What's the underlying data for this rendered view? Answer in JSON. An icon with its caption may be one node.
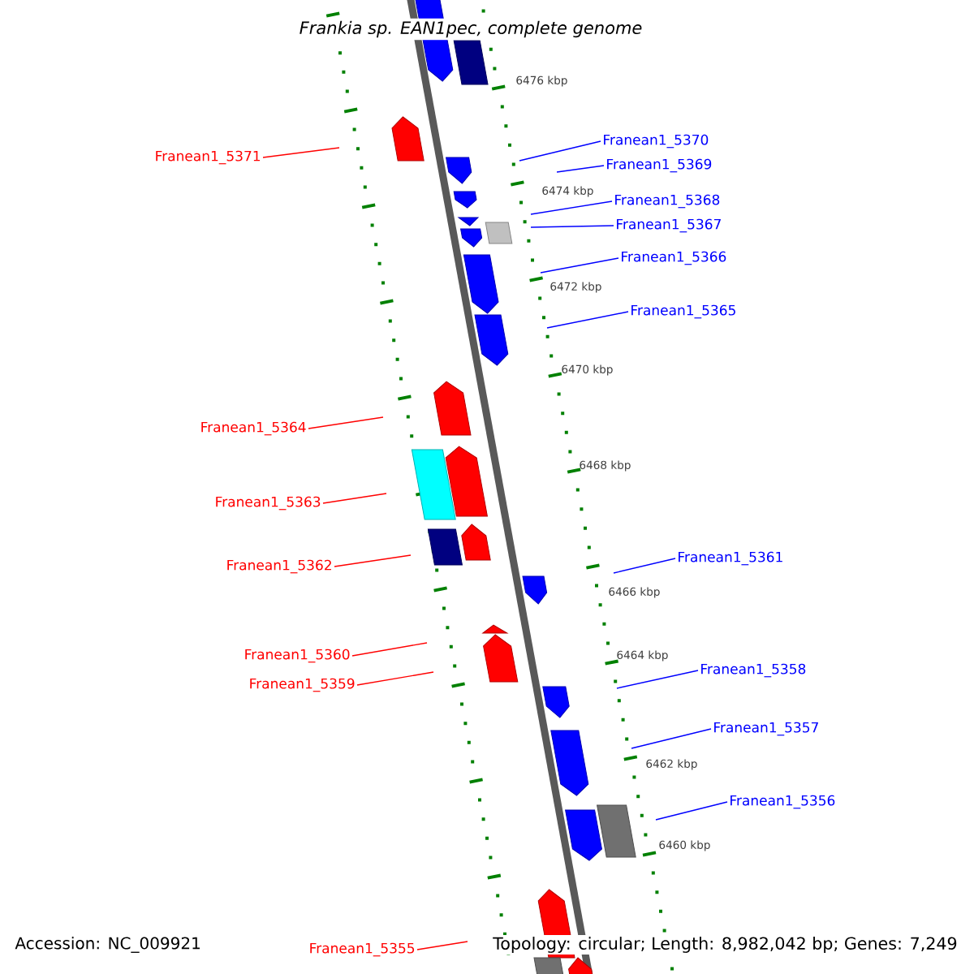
{
  "diagram": {
    "title": "Frankia sp. EAN1pec, complete genome",
    "nodes": [
      {
        "text": [
          "Franean1_5370"
        ]
      },
      {
        "text": [
          "Franean1_5371"
        ]
      },
      {
        "text": [
          "Franean1_5369"
        ]
      },
      {
        "text": [
          "Franean1_5368"
        ]
      },
      {
        "text": [
          "Franean1_5367"
        ]
      },
      {
        "text": [
          "Franean1_5366"
        ]
      },
      {
        "text": [
          "Franean1_5365"
        ]
      },
      {
        "text": [
          "Franean1_5364"
        ]
      },
      {
        "text": [
          "Franean1_5363"
        ]
      },
      {
        "text": [
          "Franean1_5361"
        ]
      },
      {
        "text": [
          "Franean1_5362"
        ]
      },
      {
        "text": [
          "Franean1_5360"
        ]
      },
      {
        "text": [
          "Franean1_5358"
        ]
      },
      {
        "text": [
          "Franean1_5359"
        ]
      },
      {
        "text": [
          "Franean1_5357"
        ]
      },
      {
        "text": [
          "Franean1_5356"
        ]
      },
      {
        "text": [
          "Franean1_5355"
        ]
      }
    ],
    "edges": [
      {
        "from": 0,
        "to": null,
        "arrow": "none",
        "color": "#0000ff"
      },
      {
        "from": 1,
        "to": null,
        "arrow": "none",
        "color": "#ff0000"
      },
      {
        "from": 2,
        "to": null,
        "arrow": "none",
        "color": "#0000ff"
      },
      {
        "from": 3,
        "to": null,
        "arrow": "none",
        "color": "#0000ff"
      },
      {
        "from": 4,
        "to": null,
        "arrow": "none",
        "color": "#0000ff"
      },
      {
        "from": 5,
        "to": null,
        "arrow": "none",
        "color": "#0000ff"
      },
      {
        "from": 6,
        "to": null,
        "arrow": "none",
        "color": "#0000ff"
      },
      {
        "from": 7,
        "to": null,
        "arrow": "none",
        "color": "#ff0000"
      },
      {
        "from": 8,
        "to": null,
        "arrow": "none",
        "color": "#ff0000"
      },
      {
        "from": 9,
        "to": null,
        "arrow": "none",
        "color": "#0000ff"
      },
      {
        "from": 10,
        "to": null,
        "arrow": "none",
        "color": "#ff0000"
      },
      {
        "from": 11,
        "to": null,
        "arrow": "none",
        "color": "#ff0000"
      },
      {
        "from": 12,
        "to": null,
        "arrow": "none",
        "color": "#0000ff"
      },
      {
        "from": 13,
        "to": null,
        "arrow": "none",
        "color": "#ff0000"
      },
      {
        "from": 14,
        "to": null,
        "arrow": "none",
        "color": "#0000ff"
      },
      {
        "from": 15,
        "to": null,
        "arrow": "none",
        "color": "#0000ff"
      },
      {
        "from": 16,
        "to": null,
        "arrow": "none",
        "color": "#ff0000"
      }
    ],
    "labels": [
      "6476 kbp",
      "6474 kbp",
      "6472 kbp",
      "6470 kbp",
      "6468 kbp",
      "6466 kbp",
      "6464 kbp",
      "6462 kbp",
      "6460 kbp",
      "Accession: NC_009921",
      "Topology: circular; Length: 8,982,042 bp; Genes: 7,249"
    ]
  }
}
